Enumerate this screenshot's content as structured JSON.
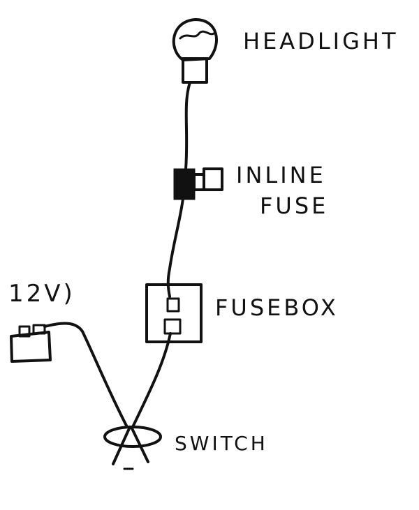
{
  "labels": {
    "headlight": "HEADLIGHT",
    "inline_fuse_line1": "INLINE",
    "inline_fuse_line2": "FUSE",
    "fusebox": "FUSEBOX",
    "battery": "12V)",
    "switch": "SWITCH"
  },
  "colors": {
    "ink": "#111111",
    "paper": "#ffffff"
  }
}
